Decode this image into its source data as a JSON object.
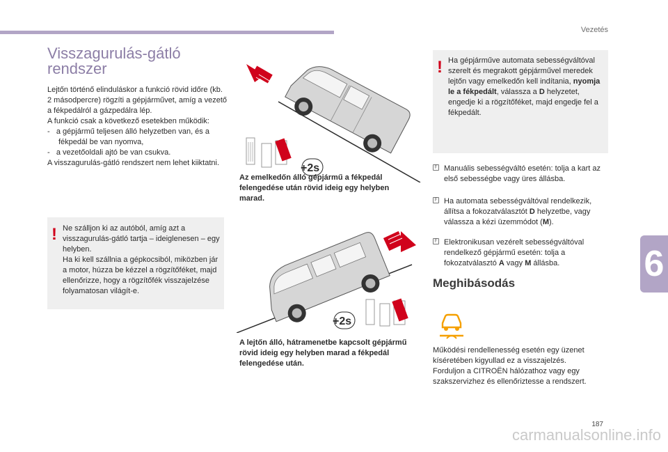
{
  "header": {
    "section": "Vezetés",
    "chapter": "6",
    "page_number": "187",
    "watermark": "carmanualsonline.info"
  },
  "title": "Visszagurulás-gátló rendszer",
  "intro": {
    "p1": "Lejtőn történő elinduláskor a funkció rövid időre (kb. 2 másodpercre) rögzíti a gépjárművet, amíg a vezető a fékpedálról a gázpedálra lép.",
    "p2": "A funkció csak a következő esetekben működik:",
    "item1": "-   a gépjármű teljesen álló helyzetben van, és a fékpedál be van nyomva,",
    "item2": "-   a vezetőoldali ajtó be van csukva.",
    "p3": "A visszagurulás-gátló rendszert nem lehet kiiktatni."
  },
  "warning1": {
    "symbol": "!",
    "text1": "Ne szálljon ki az autóból, amíg azt a visszagurulás-gátló tartja – ideiglenesen – egy helyben.",
    "text2": "Ha ki kell szállnia a gépkocsiból, miközben jár a motor, húzza be kézzel a rögzítőféket, majd ellenőrizze, hogy a rögzítőfék visszajelzése folyamatosan világít-e."
  },
  "illustrations": {
    "badge1": "+2s",
    "badge2": "+2s",
    "caption1": "Az emelkedőn álló gépjármű a fékpedál felengedése után rövid ideig egy helyben marad.",
    "caption2": "A lejtőn álló, hátramenetbe kapcsolt gépjármű rövid ideig egy helyben marad a fékpedál felengedése után."
  },
  "warning2": {
    "symbol": "!",
    "line1": "Ha gépjárműve automata sebességváltóval szerelt és megrakott gépjárművel meredek lejtőn vagy emelkedőn kell indítania, ",
    "bold1": "nyomja le a fékpedált",
    "line2": ", válassza a ",
    "bold2": "D",
    "line3": " helyzetet, engedje ki a rögzítőféket, majd engedje fel a fékpedált."
  },
  "bullets": [
    {
      "mark": "F",
      "pre": "Manuális sebességváltó esetén: tolja a kart az első sebességbe vagy üres állásba.",
      "b1": "",
      "mid": "",
      "b2": "",
      "post": ""
    },
    {
      "mark": "F",
      "pre": "Ha automata sebességváltóval rendelkezik, állítsa a fokozatválasztót ",
      "b1": "D",
      "mid": " helyzetbe, vagy válassza a kézi üzemmódot (",
      "b2": "M",
      "post": ")."
    },
    {
      "mark": "F",
      "pre": "Elektronikusan vezérelt sebességváltóval rendelkező gépjármű esetén: tolja a fokozatválasztó ",
      "b1": "A",
      "mid": " vagy ",
      "b2": "M",
      "post": " állásba."
    }
  ],
  "fault": {
    "heading": "Meghibásodás",
    "text1": "Működési rendellenesség esetén egy üzenet kíséretében kigyullad ez a visszajelzés.",
    "text2": "Forduljon a CITROËN hálózathoz vagy egy szakszervizhez és ellenőriztesse a rendszert."
  },
  "colors": {
    "accent": "#b2a5c6",
    "title": "#8c7ea6",
    "warning_red": "#d0021b",
    "box_bg": "#efefef",
    "indicator_amber": "#f5a000"
  },
  "icons": {
    "hill_indicator": "hill-start-assist-warning-icon"
  }
}
